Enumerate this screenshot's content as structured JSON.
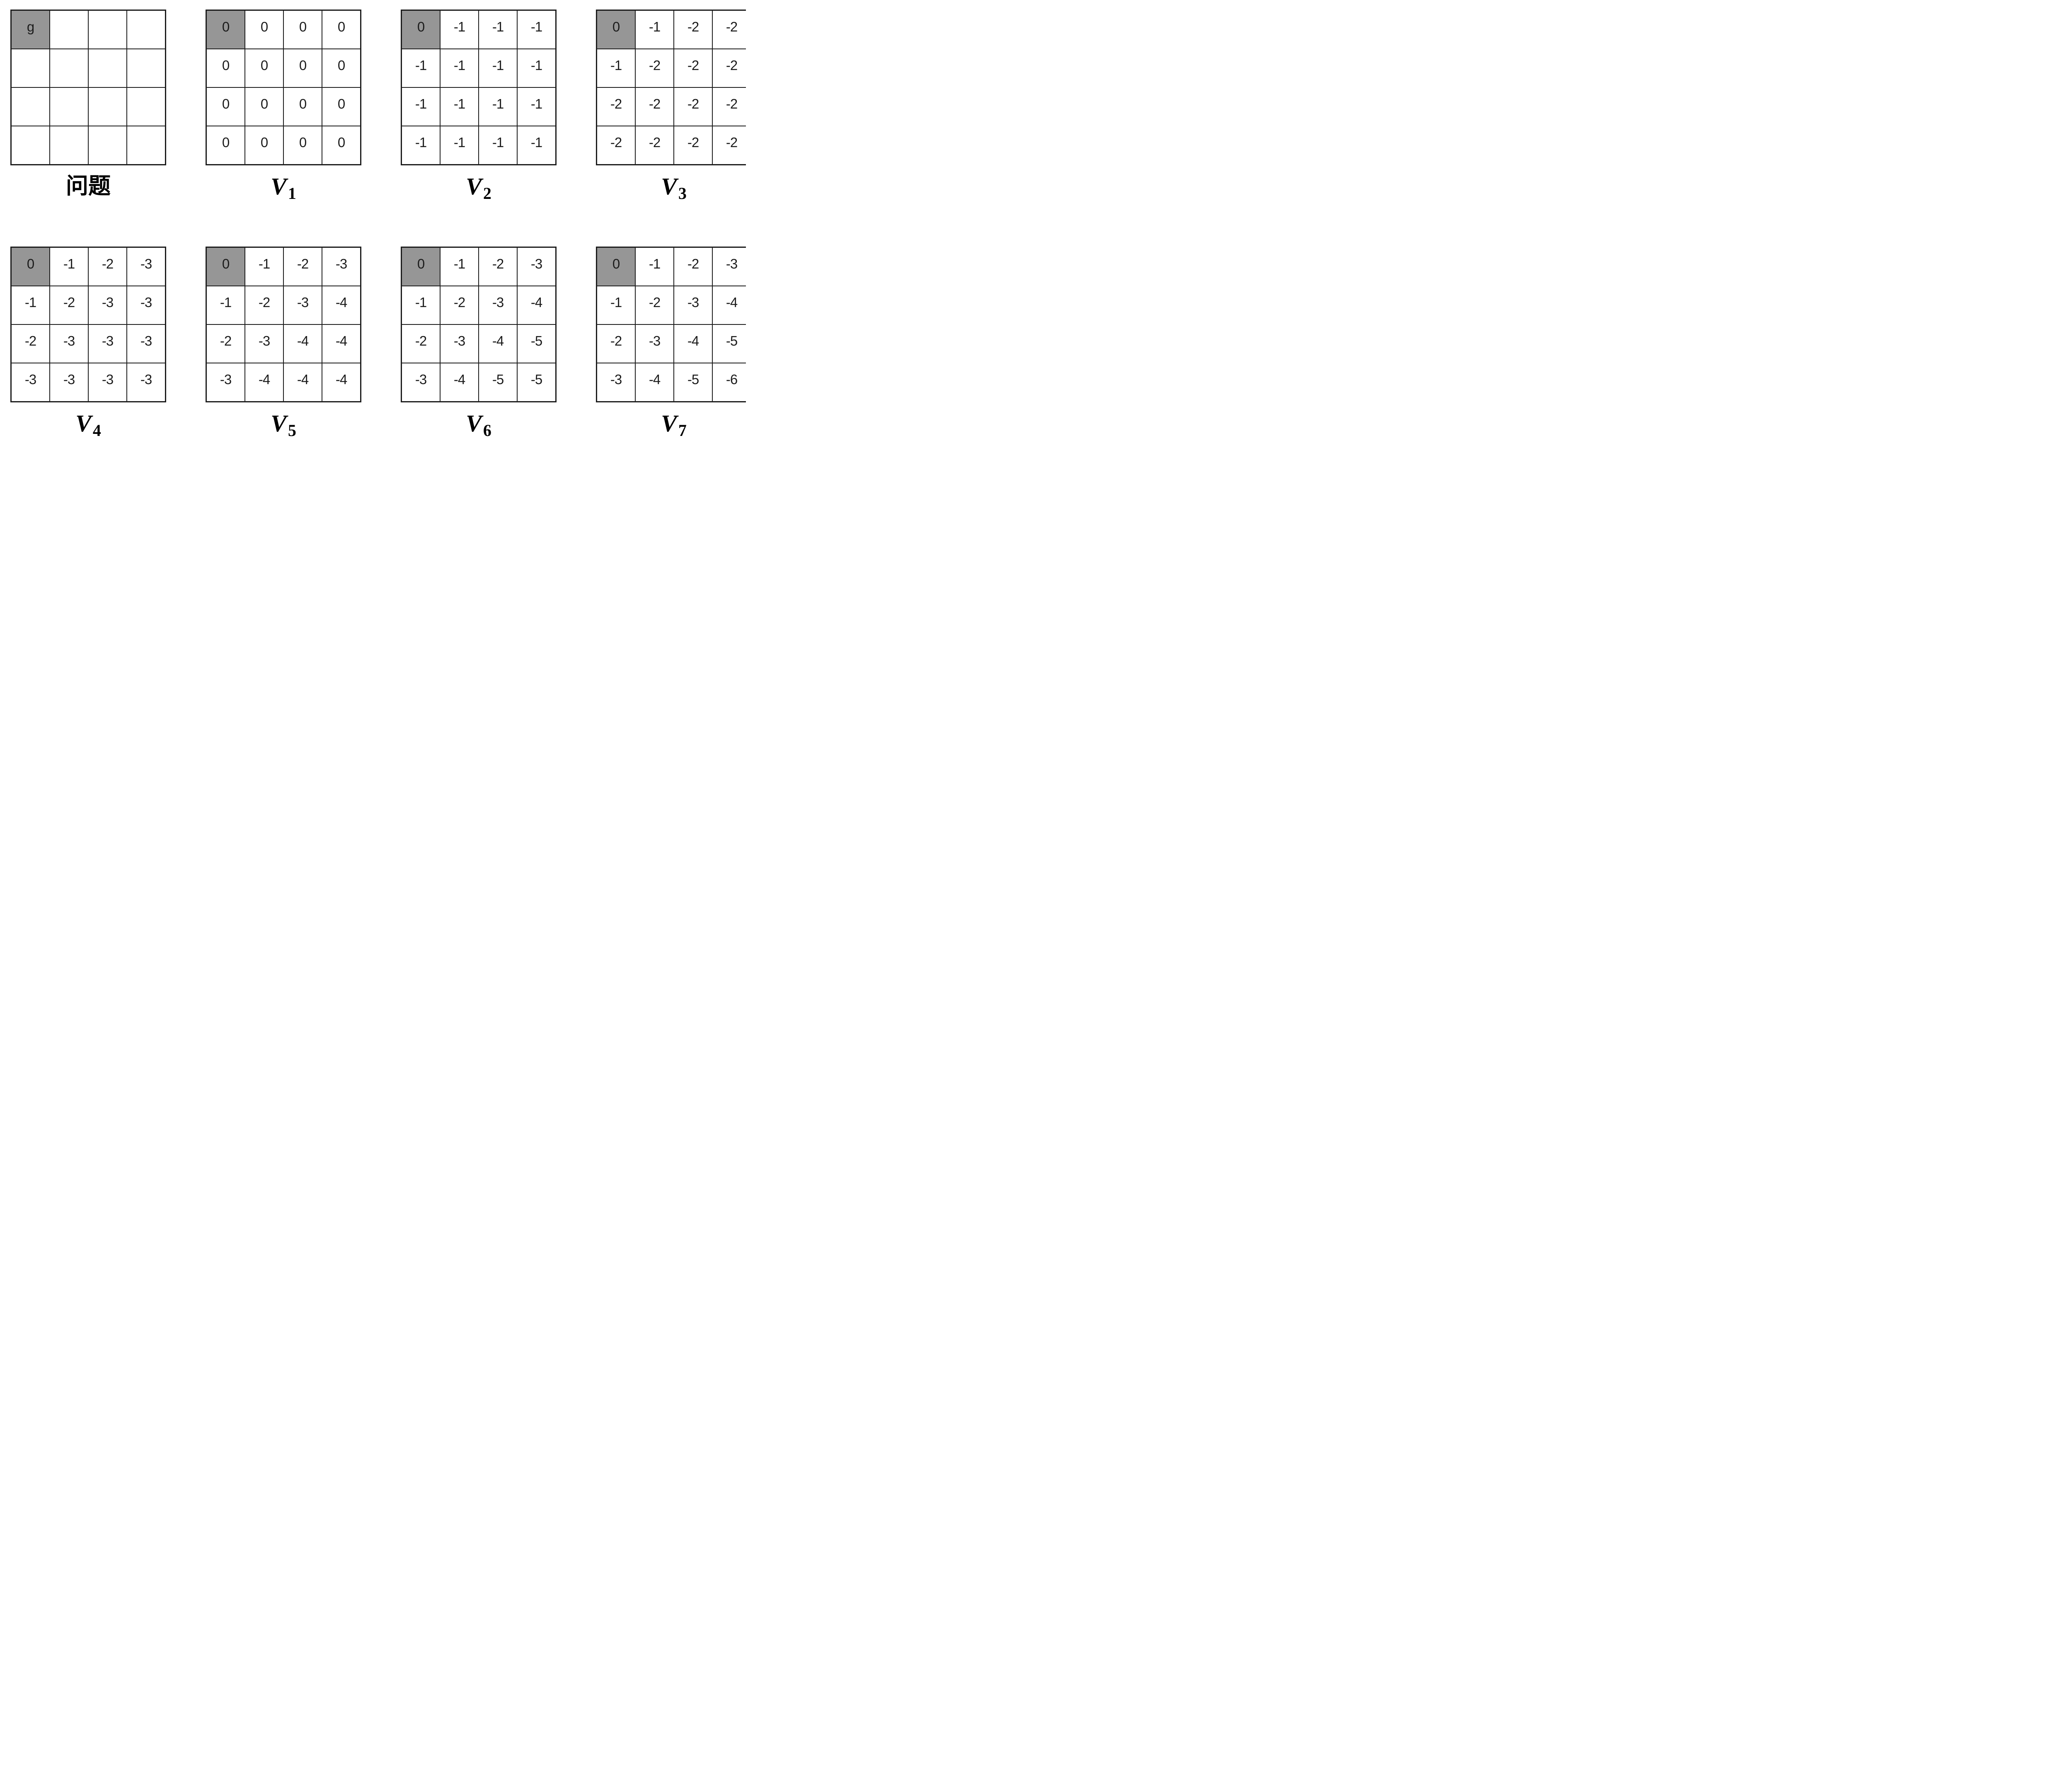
{
  "colors": {
    "background": "#ffffff",
    "grid_line": "#1c1c1c",
    "goal_cell_bg": "#969696",
    "text": "#1c1c1c"
  },
  "panels": [
    {
      "id": "problem",
      "caption": {
        "text": "问题"
      },
      "cells": [
        [
          "g",
          "",
          "",
          ""
        ],
        [
          "",
          "",
          "",
          ""
        ],
        [
          "",
          "",
          "",
          ""
        ],
        [
          "",
          "",
          "",
          ""
        ]
      ]
    },
    {
      "id": "v1",
      "caption": {
        "base": "V",
        "sub": "1"
      },
      "cells": [
        [
          "0",
          "0",
          "0",
          "0"
        ],
        [
          "0",
          "0",
          "0",
          "0"
        ],
        [
          "0",
          "0",
          "0",
          "0"
        ],
        [
          "0",
          "0",
          "0",
          "0"
        ]
      ]
    },
    {
      "id": "v2",
      "caption": {
        "base": "V",
        "sub": "2"
      },
      "cells": [
        [
          "0",
          "-1",
          "-1",
          "-1"
        ],
        [
          "-1",
          "-1",
          "-1",
          "-1"
        ],
        [
          "-1",
          "-1",
          "-1",
          "-1"
        ],
        [
          "-1",
          "-1",
          "-1",
          "-1"
        ]
      ]
    },
    {
      "id": "v3",
      "caption": {
        "base": "V",
        "sub": "3"
      },
      "cells": [
        [
          "0",
          "-1",
          "-2",
          "-2"
        ],
        [
          "-1",
          "-2",
          "-2",
          "-2"
        ],
        [
          "-2",
          "-2",
          "-2",
          "-2"
        ],
        [
          "-2",
          "-2",
          "-2",
          "-2"
        ]
      ]
    },
    {
      "id": "v4",
      "caption": {
        "base": "V",
        "sub": "4"
      },
      "cells": [
        [
          "0",
          "-1",
          "-2",
          "-3"
        ],
        [
          "-1",
          "-2",
          "-3",
          "-3"
        ],
        [
          "-2",
          "-3",
          "-3",
          "-3"
        ],
        [
          "-3",
          "-3",
          "-3",
          "-3"
        ]
      ]
    },
    {
      "id": "v5",
      "caption": {
        "base": "V",
        "sub": "5"
      },
      "cells": [
        [
          "0",
          "-1",
          "-2",
          "-3"
        ],
        [
          "-1",
          "-2",
          "-3",
          "-4"
        ],
        [
          "-2",
          "-3",
          "-4",
          "-4"
        ],
        [
          "-3",
          "-4",
          "-4",
          "-4"
        ]
      ]
    },
    {
      "id": "v6",
      "caption": {
        "base": "V",
        "sub": "6"
      },
      "cells": [
        [
          "0",
          "-1",
          "-2",
          "-3"
        ],
        [
          "-1",
          "-2",
          "-3",
          "-4"
        ],
        [
          "-2",
          "-3",
          "-4",
          "-5"
        ],
        [
          "-3",
          "-4",
          "-5",
          "-5"
        ]
      ]
    },
    {
      "id": "v7",
      "caption": {
        "base": "V",
        "sub": "7"
      },
      "cells": [
        [
          "0",
          "-1",
          "-2",
          "-3"
        ],
        [
          "-1",
          "-2",
          "-3",
          "-4"
        ],
        [
          "-2",
          "-3",
          "-4",
          "-5"
        ],
        [
          "-3",
          "-4",
          "-5",
          "-6"
        ]
      ]
    }
  ]
}
